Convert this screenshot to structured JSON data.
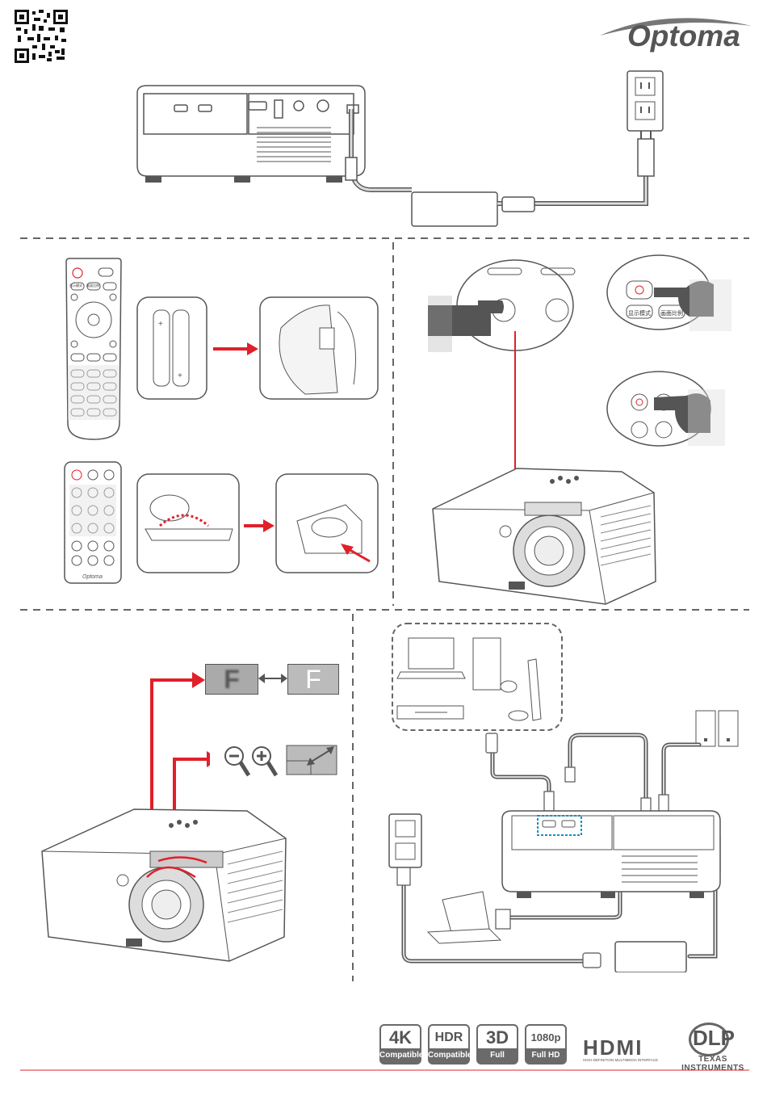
{
  "header": {
    "brand": "Optoma"
  },
  "remote1": {
    "btn_display_mode": "显示模式",
    "btn_picture_ratio": "画面比例"
  },
  "remote_closeup": {
    "btn_display_mode": "显示模式",
    "btn_picture_ratio": "画面比例"
  },
  "focus_demo": {
    "letter": "F"
  },
  "badges": [
    {
      "main": "4K",
      "sub": "Compatible"
    },
    {
      "main": "HDR",
      "sub": "Compatible"
    },
    {
      "main": "3D",
      "sub": "Full"
    },
    {
      "main": "1080p",
      "sub": "Full HD"
    }
  ],
  "hdmi": {
    "logo": "HDMI",
    "tagline": "HIGH-DEFINITION MULTIMEDIA INTERFACE"
  },
  "dlp": {
    "logo": "DLP",
    "maker": "TEXAS INSTRUMENTS"
  },
  "colors": {
    "accent_red": "#e0202a",
    "line_gray": "#555555",
    "dashed_gray": "#666666"
  }
}
